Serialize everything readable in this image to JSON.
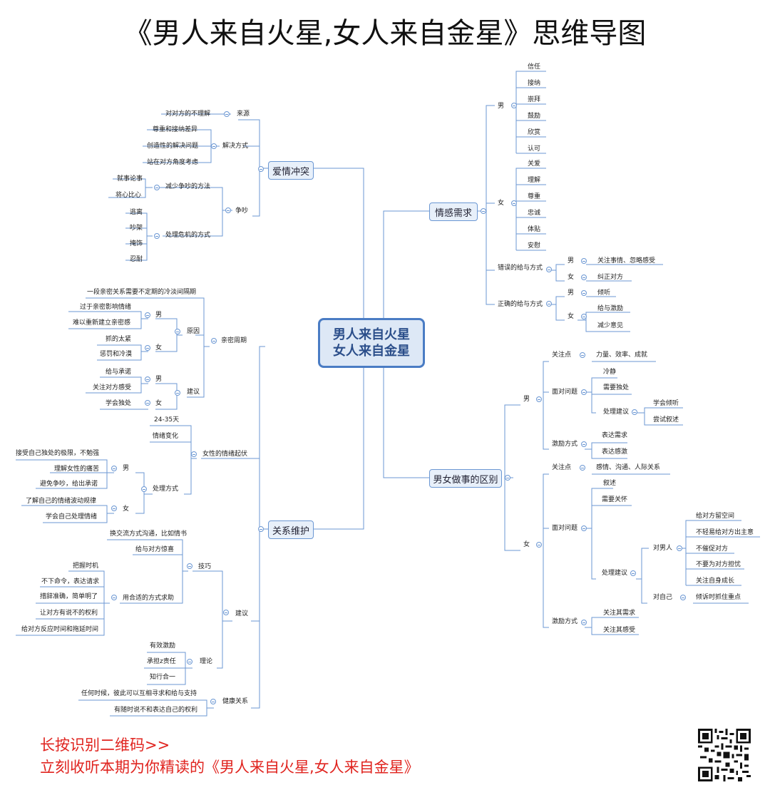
{
  "title": "《男人来自火星,女人来自金星》思维导图",
  "root": {
    "line1": "男人来自火星",
    "line2": "女人来自金星"
  },
  "main_topics": {
    "love_conflict": "爱情冲突",
    "emotional_needs": "情感需求",
    "intimacy_cycle": "亲密周期",
    "relationship_maintenance": "关系维护",
    "differences": "男女做事的区别"
  },
  "love_conflict": {
    "source": "来源",
    "source_detail": "对对方的不理解",
    "solution": "解决方式",
    "solution_items": [
      "尊重和接纳差异",
      "创造性的解决问题",
      "站在对方角度考虑"
    ],
    "quarrel": "争吵",
    "reduce": "减少争吵的方法",
    "reduce_items": [
      "就事论事",
      "将心比心"
    ],
    "crisis": "处理危机的方式",
    "crisis_items": [
      "逃离",
      "吵架",
      "掩饰",
      "忍耐"
    ]
  },
  "emotional_needs": {
    "men": "男",
    "men_items": [
      "信任",
      "接纳",
      "崇拜",
      "鼓励",
      "欣赏",
      "认可"
    ],
    "women": "女",
    "women_items": [
      "关爱",
      "理解",
      "尊重",
      "忠诚",
      "体贴",
      "安慰"
    ],
    "wrong_way": "错误的给与方式",
    "wrong_men": "男",
    "wrong_men_item": "关注事情、忽略感受",
    "wrong_women": "女",
    "wrong_women_item": "纠正对方",
    "right_way": "正确的给与方式",
    "right_men": "男",
    "right_men_item": "倾听",
    "right_women": "女",
    "right_women_items": [
      "给与激励",
      "减少意见"
    ]
  },
  "intimacy_cycle": {
    "intro": "一段亲密关系需要不定期的冷淡间隔期",
    "reason": "原因",
    "men": "男",
    "reason_men_items": [
      "过于亲密影响情绪",
      "难以重新建立亲密感"
    ],
    "women": "女",
    "reason_women_items": [
      "抓的太紧",
      "惩罚和冷漠"
    ],
    "advice": "建议",
    "advice_men_items": [
      "给与承诺",
      "关注对方感受"
    ],
    "advice_women_item": "学会独处"
  },
  "relationship_maintenance": {
    "female_cycle": "女性的情绪起伏",
    "days": "24-35天",
    "mood": "情绪变化",
    "handling": "处理方式",
    "men": "男",
    "handling_men_items": [
      "接受自己独处的极限，不勉强",
      "理解女性的痛苦",
      "避免争吵，给出承诺"
    ],
    "women": "女",
    "handling_women_items": [
      "了解自己的情绪波动规律",
      "学会自己处理情绪"
    ],
    "suggestions": "建议",
    "skills": "技巧",
    "skills_items": [
      "换交流方式沟通，比如情书",
      "给与对方惊喜"
    ],
    "help": "用合适的方式求助",
    "help_items": [
      "把握时机",
      "不下命令，表达请求",
      "措辞准确，简单明了",
      "让对方有说不的权利",
      "给对方反应时间和拖延时间"
    ],
    "theory": "理论",
    "theory_items": [
      "有效激励",
      "承担z责任",
      "知行合一"
    ],
    "healthy": "健康关系",
    "healthy_items": [
      "任何时候，彼此可以互相寻求和给与支持",
      "有随时说不和表达自己的权利"
    ]
  },
  "differences": {
    "men": "男",
    "men_focus": "关注点",
    "men_focus_item": "力量、效率、成就",
    "men_problem": "面对问题",
    "men_problem_items": [
      "冷静",
      "需要独处"
    ],
    "men_advice": "处理建议",
    "men_advice_items": [
      "学会倾听",
      "尝试叙述"
    ],
    "men_motivate": "激励方式",
    "men_motivate_items": [
      "表达需求",
      "表达感激"
    ],
    "women": "女",
    "women_focus": "关注点",
    "women_focus_item": "感情、沟通、人际关系",
    "women_problem": "面对问题",
    "women_problem_items": [
      "叙述",
      "需要关怀"
    ],
    "women_advice": "处理建议",
    "to_men": "对男人",
    "to_men_items": [
      "给对方留空间",
      "不轻易给对方出主意",
      "不催促对方",
      "不要为对方担忧",
      "关注自身成长"
    ],
    "to_self": "对自己",
    "to_self_item": "倾诉时抓住重点",
    "women_motivate": "激励方式",
    "women_motivate_items": [
      "关注其需求",
      "关注其感受"
    ]
  },
  "footer": {
    "line1": "长按识别二维码>>",
    "line2": "立刻收听本期为你精读的《男人来自火星,女人来自金星》"
  },
  "colors": {
    "line": "#4a7cc4",
    "branch": "#6b97d3",
    "cta": "#e0241f"
  }
}
